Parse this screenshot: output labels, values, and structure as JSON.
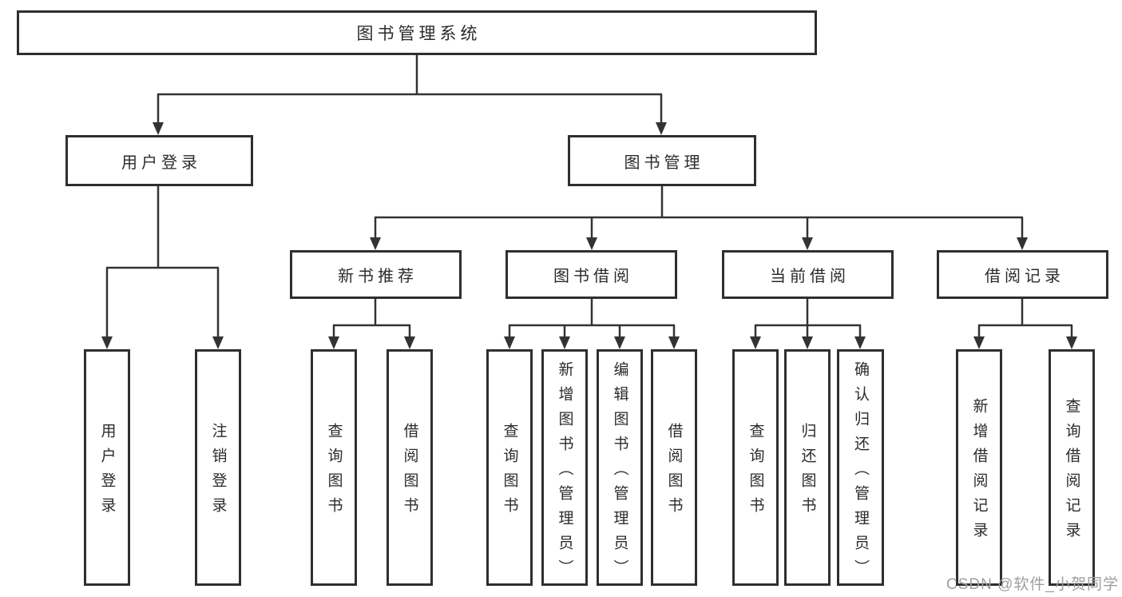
{
  "tree": {
    "root": {
      "label": "图书管理系统",
      "children": [
        {
          "label": "用户登录",
          "children": [
            {
              "label": "用户登录"
            },
            {
              "label": "注销登录"
            }
          ]
        },
        {
          "label": "图书管理",
          "children": [
            {
              "label": "新书推荐",
              "children": [
                {
                  "label": "查询图书"
                },
                {
                  "label": "借阅图书"
                }
              ]
            },
            {
              "label": "图书借阅",
              "children": [
                {
                  "label": "查询图书"
                },
                {
                  "label": "新增图书（管理员）"
                },
                {
                  "label": "编辑图书（管理员）"
                },
                {
                  "label": "借阅图书"
                }
              ]
            },
            {
              "label": "当前借阅",
              "children": [
                {
                  "label": "查询图书"
                },
                {
                  "label": "归还图书"
                },
                {
                  "label": "确认归还（管理员）"
                }
              ]
            },
            {
              "label": "借阅记录",
              "children": [
                {
                  "label": "新增借阅记录"
                },
                {
                  "label": "查询借阅记录"
                }
              ]
            }
          ]
        }
      ]
    }
  },
  "watermark": {
    "text": "CSDN @软件_小贺同学"
  },
  "colors": {
    "background": "#ffffff",
    "line": "#333333",
    "box_border": "#2f2f2f",
    "box_background": "#ffffff",
    "text": "#2b2b2b",
    "watermark": "#9e9e9e"
  }
}
